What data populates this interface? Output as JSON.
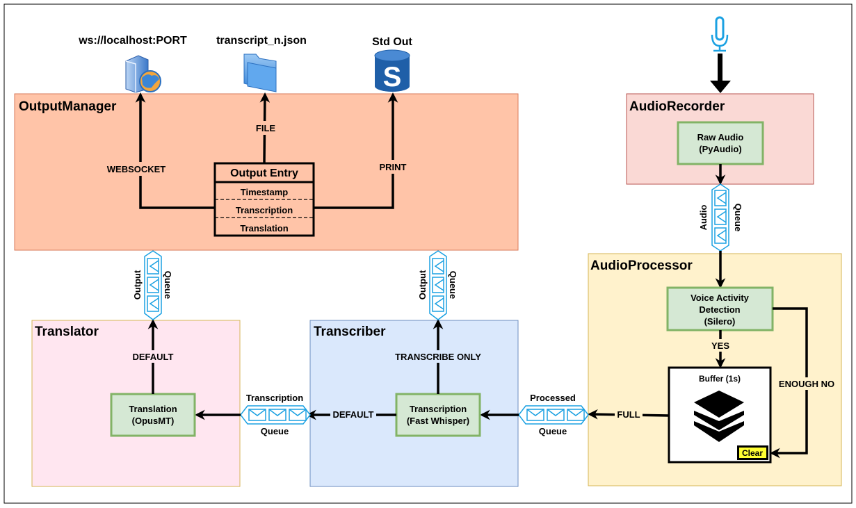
{
  "outputs": {
    "websocket_target": "ws://localhost:PORT",
    "file_target": "transcript_n.json",
    "stdout_target": "Std Out"
  },
  "output_manager": {
    "title": "OutputManager",
    "entry_title": "Output Entry",
    "fields": [
      "Timestamp",
      "Transcription",
      "Translation"
    ],
    "edge_websocket": "WEBSOCKET",
    "edge_file": "FILE",
    "edge_print": "PRINT"
  },
  "audio_recorder": {
    "title": "AudioRecorder",
    "node_line1": "Raw Audio",
    "node_line2": "(PyAudio)"
  },
  "audio_queue": {
    "label1": "Audio",
    "label2": "Queue"
  },
  "audio_processor": {
    "title": "AudioProcessor",
    "vad_line1": "Voice Activity",
    "vad_line2": "Detection",
    "vad_line3": "(Silero)",
    "edge_yes": "YES",
    "edge_enough_no": "ENOUGH NO",
    "buffer_label": "Buffer (1s)",
    "clear_label": "Clear",
    "edge_full": "FULL"
  },
  "processed_queue": {
    "label1": "Processed",
    "label2": "Queue"
  },
  "transcriber": {
    "title": "Transcriber",
    "node_line1": "Transcription",
    "node_line2": "(Fast Whisper)",
    "edge_transcribe_only": "TRANSCRIBE ONLY",
    "edge_default": "DEFAULT"
  },
  "transcription_queue": {
    "label1": "Transcription",
    "label2": "Queue"
  },
  "translator": {
    "title": "Translator",
    "node_line1": "Translation",
    "node_line2": "(OpusMT)",
    "edge_default": "DEFAULT"
  },
  "output_queue_left": {
    "label1": "Output",
    "label2": "Queue"
  },
  "output_queue_right": {
    "label1": "Output",
    "label2": "Queue"
  },
  "colors": {
    "output_manager_fill": "#ffc4a8",
    "audio_recorder_fill": "#fad9d5",
    "audio_processor_fill": "#fff2cc",
    "transcriber_fill": "#dae8fc",
    "translator_fill": "#ffe6f0",
    "node_fill": "#d5e8d4",
    "node_stroke": "#82b366",
    "queue_stroke": "#1ba1e2",
    "clear_fill": "#ffff33",
    "mic": "#1ba1e2"
  }
}
